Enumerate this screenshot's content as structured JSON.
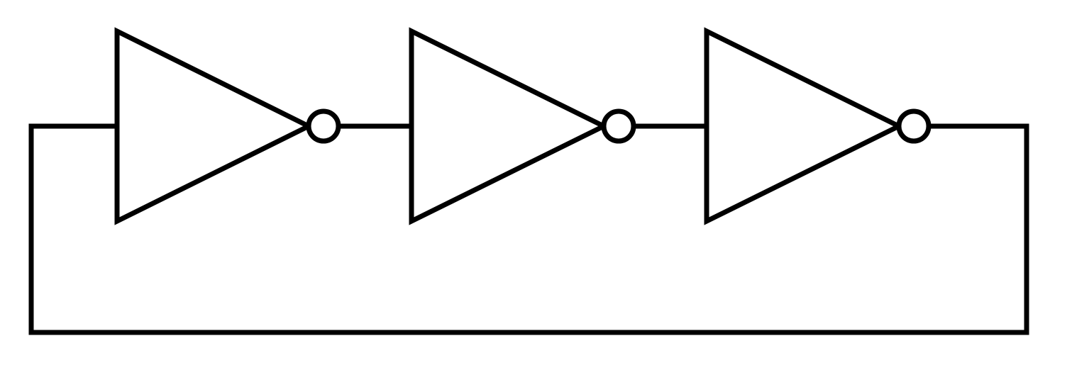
{
  "diagram": {
    "type": "ring-oscillator",
    "stroke_color": "#000000",
    "background_color": "#ffffff",
    "gates": [
      {
        "id": "inverter-1",
        "kind": "NOT"
      },
      {
        "id": "inverter-2",
        "kind": "NOT"
      },
      {
        "id": "inverter-3",
        "kind": "NOT"
      }
    ],
    "connections": [
      {
        "from": "inverter-1",
        "to": "inverter-2"
      },
      {
        "from": "inverter-2",
        "to": "inverter-3"
      },
      {
        "from": "inverter-3",
        "to": "inverter-1",
        "kind": "feedback"
      }
    ]
  }
}
